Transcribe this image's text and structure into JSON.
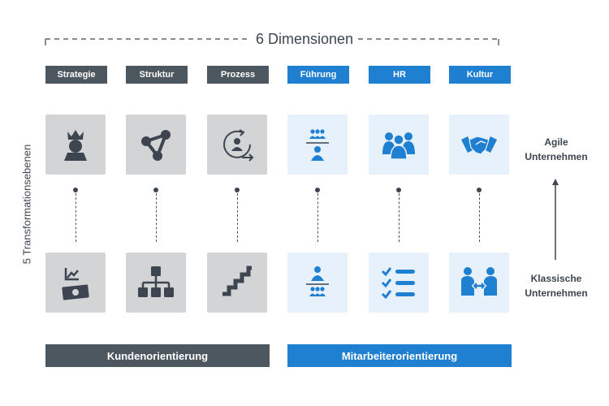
{
  "title": "6 Dimensionen",
  "vertical_label": "5 Transformationsebenen",
  "columns": [
    {
      "label": "Strategie",
      "color": "#4d5760",
      "top_icon": "king-icon",
      "bottom_icon": "chart-money-icon"
    },
    {
      "label": "Struktur",
      "color": "#4d5760",
      "top_icon": "network-triangle-icon",
      "bottom_icon": "org-chart-icon"
    },
    {
      "label": "Prozess",
      "color": "#4d5760",
      "top_icon": "cycle-person-icon",
      "bottom_icon": "stairs-icon"
    },
    {
      "label": "Führung",
      "color": "#1f7fd1",
      "top_icon": "team-above-leader-icon",
      "bottom_icon": "leader-above-team-icon"
    },
    {
      "label": "HR",
      "color": "#1f7fd1",
      "top_icon": "group-people-icon",
      "bottom_icon": "checklist-icon"
    },
    {
      "label": "Kultur",
      "color": "#1f7fd1",
      "top_icon": "handshake-icon",
      "bottom_icon": "people-exchange-icon"
    }
  ],
  "side": {
    "top_line1": "Agile",
    "top_line2": "Unternehmen",
    "bottom_line1": "Klassische",
    "bottom_line2": "Unternehmen"
  },
  "bars": {
    "left": "Kundenorientierung",
    "right": "Mitarbeiterorientierung"
  },
  "colors": {
    "gray": "#4d5760",
    "blue": "#1f7fd1",
    "tile_gray": "#d2d4d6",
    "tile_blue": "#e7f1fb"
  }
}
